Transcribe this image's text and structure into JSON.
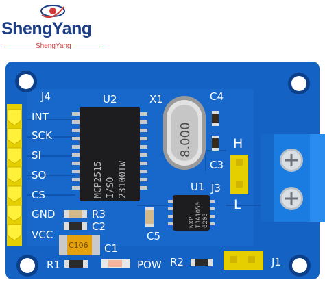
{
  "brand": {
    "name": "ShengYang",
    "subname": "ShengYang",
    "logo_icon": "eye-logo-icon"
  },
  "board": {
    "colors": {
      "pcb": "#1462c4",
      "pcb_dark": "#0b3f94",
      "header": "#f4e10a",
      "terminal": "#1a7be0",
      "chip": "#1d1d1f"
    },
    "labels": {
      "j4": "J4",
      "int": "INT",
      "sck": "SCK",
      "si": "SI",
      "so": "SO",
      "cs": "CS",
      "gnd": "GND",
      "vcc": "VCC",
      "u2": "U2",
      "x1": "X1",
      "c4": "C4",
      "h": "H",
      "c3": "C3",
      "j3": "J3",
      "l": "L",
      "u1": "U1",
      "r3": "R3",
      "c2": "C2",
      "c5": "C5",
      "c1": "C1",
      "r1": "R1",
      "pow": "POW",
      "r2": "R2",
      "j1": "J1"
    },
    "chip_u2": {
      "line1": "MCP2515",
      "line2": "I/SO",
      "line3": "23100TW"
    },
    "crystal": "8.000",
    "chip_u1": {
      "line1": "NXP",
      "line2": "TJA1050",
      "line3": "6205"
    },
    "cap_c1": "C106"
  }
}
